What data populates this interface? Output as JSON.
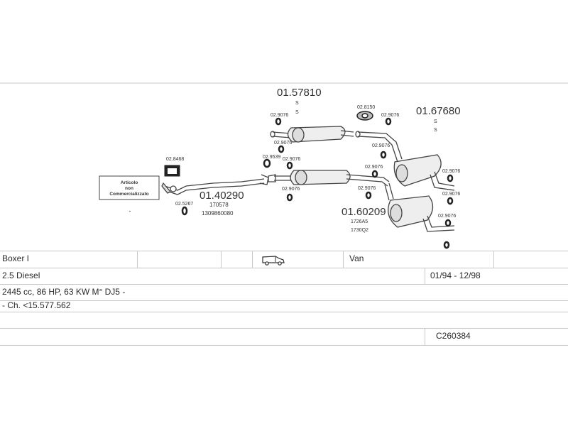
{
  "diagram": {
    "parts": [
      {
        "code": "01.57810",
        "subs": [
          "S",
          "S"
        ]
      },
      {
        "code": "01.67680",
        "subs": [
          "S",
          "S"
        ]
      },
      {
        "code": "01.40290",
        "subs": [
          "170578",
          "1309860080"
        ]
      },
      {
        "code": "01.60209",
        "subs": [
          "1726A5",
          "1730Q2"
        ]
      }
    ],
    "refs": {
      "r1": "02.9076",
      "r2": "02.8150",
      "r3": "02.9076",
      "r4": "02.9076",
      "r5": "02.9539",
      "r6": "02.9076",
      "r7": "02.8468",
      "r8": "02.9076",
      "r9": "02.9076",
      "r10": "02.9076",
      "r11": "02.9076",
      "r12": "02.9076",
      "r13": "02.9076",
      "r14": "02.9076",
      "r15": "02.5267"
    },
    "note": [
      "Articolo",
      "non",
      "Commercializzato"
    ],
    "note_mark": "-"
  },
  "info": {
    "model": "Boxer I",
    "body_type": "Van",
    "vehicle_icon": "van-icon",
    "engine": "2.5 Diesel",
    "years": "01/94 - 12/98",
    "spec": "2445 cc, 86 HP, 63 KW M° DJ5 -",
    "chassis": "- Ch. <15.577.562",
    "catalog_code": "C260384"
  }
}
